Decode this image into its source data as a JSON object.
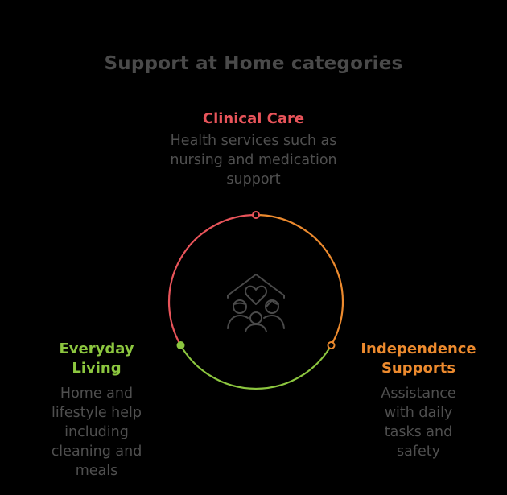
{
  "title": "Support at Home categories",
  "center_icon": "family-home-heart-icon",
  "colors": {
    "background": "#000000",
    "title": "#4a4a4a",
    "description": "#4f4f4f",
    "clinical": "#e8545a",
    "independence": "#ec8a2e",
    "everyday": "#8cc63f",
    "icon": "#4a4a4a"
  },
  "categories": [
    {
      "id": "clinical",
      "title": "Clinical Care",
      "description_lines": [
        "Health services such as",
        "nursing and medication",
        "support"
      ],
      "position": "top"
    },
    {
      "id": "everyday",
      "title_lines": [
        "Everyday",
        "Living"
      ],
      "description_lines": [
        "Home and",
        "lifestyle help",
        "including",
        "cleaning and",
        "meals"
      ],
      "position": "bottom-left"
    },
    {
      "id": "independence",
      "title_lines": [
        "Independence",
        "Supports"
      ],
      "description_lines": [
        "Assistance",
        "with daily",
        "tasks and",
        "safety"
      ],
      "position": "bottom-right"
    }
  ]
}
